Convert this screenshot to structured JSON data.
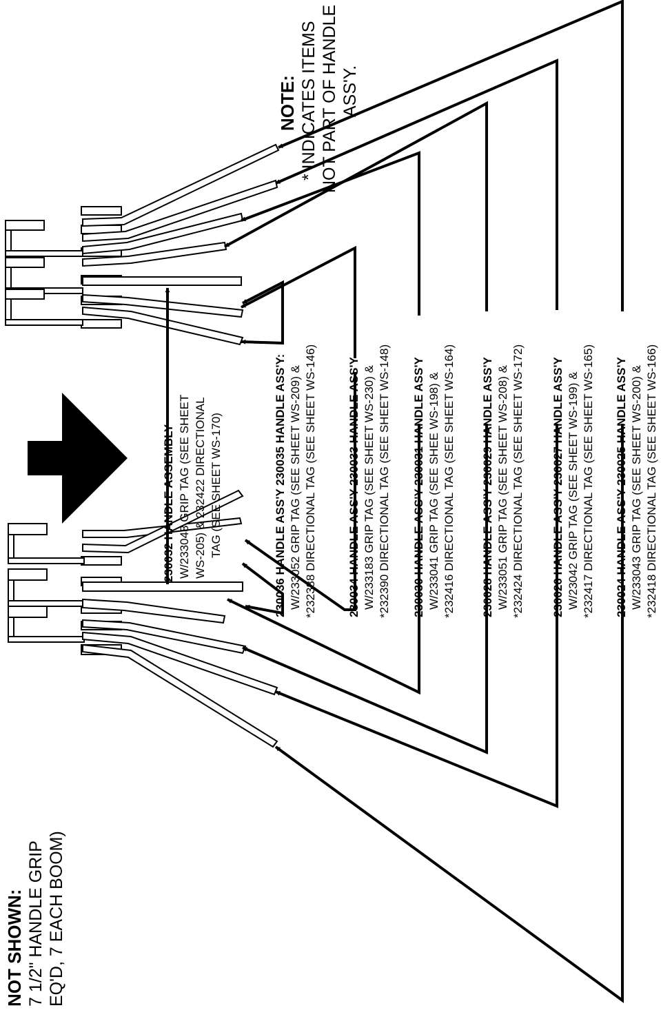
{
  "note": {
    "title": "NOTE:",
    "line1": "* INDICATES ITEMS",
    "line2": "NOT PART OF HANDLE",
    "line3": "ASS'Y."
  },
  "not_shown": {
    "title": "NOT SHOWN:",
    "line1": "7 1/2\" HANDLE GRIP",
    "line2": "EQ'D, 7 EACH BOOM)"
  },
  "callouts": [
    {
      "bold": "230032 HANDLE ASSEMBLY",
      "l2": "W/233048 GRIP TAG (SEE SHEET",
      "l3": "WS-205) & 232422 DIRECTIONAL",
      "l4": "TAG (SEE SHEET WS-170)"
    },
    {
      "bold": "230036 HANDLE ASS'Y 230035 HANDLE ASS'Y:",
      "l2": "W/233052 GRIP TAG (SEE SHEET WS-209) &",
      "l3": "*232388 DIRECTIONAL TAG (SEE SHEET WS-146)"
    },
    {
      "bold": "230034 HANDLE ASS'Y  230033 HANDLE ASS'Y",
      "l2": "W/233183 GRIP TAG (SEE SHEET WS-230) &",
      "l3": "*232390 DIRECTIONAL TAG (SEE SHEET WS-148)"
    },
    {
      "bold": "230030 HANDLE ASS'Y  230031 HANDLE ASS'Y",
      "l2": "W/233041 GRIP TAG (SEE SHEE WS-198) &",
      "l3": "*232416 DIRECTIONAL TAG (SEE SHEET WS-164)"
    },
    {
      "bold": "230028 HANDLE ASS'Y  230029 HANDLE ASS'Y",
      "l2": "W/233051 GRIP TAG (SEE SHEET WS-208) &",
      "l3": "*232424 DIRECTIONAL TAG (SEE SHEET WS-172)"
    },
    {
      "bold": "230026 HANDLE ASS'Y  230027 HANDLE ASS'Y",
      "l2": "W/23042 GRIP TAG (SEE SHEET WS-199) &",
      "l3": "*232417 DIRECTIONAL TAG (SEE SHEET WS-165)"
    },
    {
      "bold": "230024 HANDLE ASS'Y  230025 HANDLE ASS'Y",
      "l2": "W/233043 GRIP TAG (SEE SHEET WS-200) &",
      "l3": "*232418 DIRECTIONAL TAG (SEE SHEET WS-166)"
    }
  ]
}
